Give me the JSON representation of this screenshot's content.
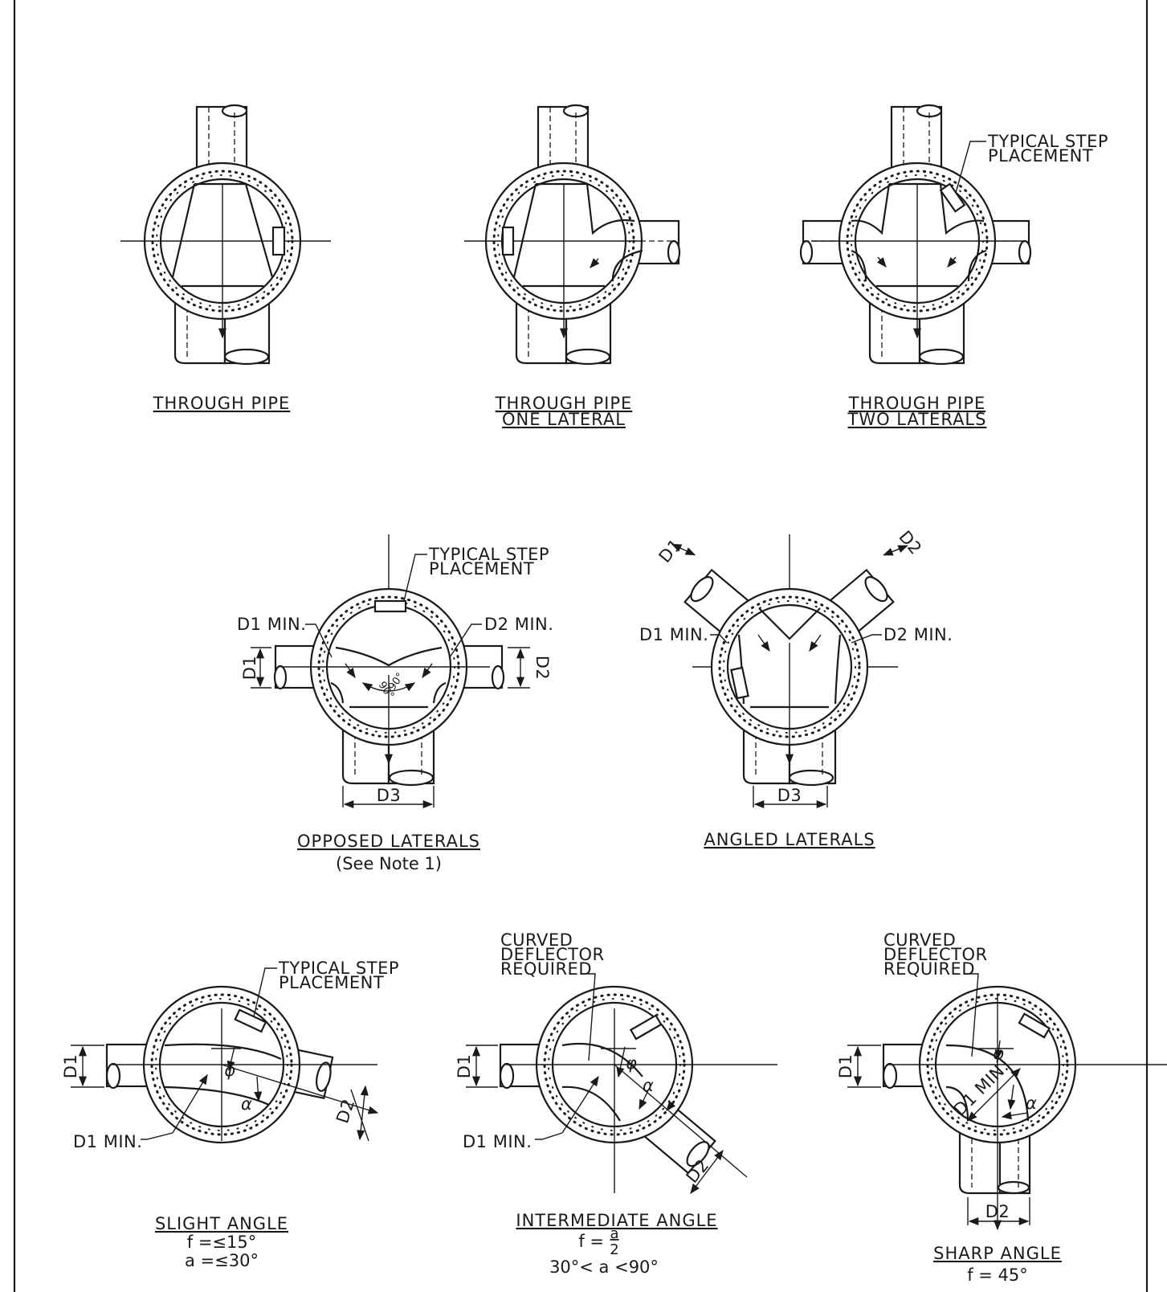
{
  "drawing": {
    "details": [
      {
        "id": "through-pipe",
        "caption": [
          "THROUGH  PIPE"
        ],
        "notes": []
      },
      {
        "id": "through-pipe-one-lateral",
        "caption": [
          "THROUGH  PIPE",
          "ONE  LATERAL"
        ],
        "notes": []
      },
      {
        "id": "through-pipe-two-laterals",
        "caption": [
          "THROUGH  PIPE",
          "TWO  LATERALS"
        ],
        "notes": [],
        "callout": [
          "TYPICAL  STEP",
          "PLACEMENT"
        ]
      },
      {
        "id": "opposed-laterals",
        "caption": [
          "OPPOSED  LATERALS"
        ],
        "notes": [
          "(See  Note  1)"
        ],
        "callout": [
          "TYPICAL  STEP",
          "PLACEMENT"
        ],
        "labels": {
          "d1_min": "D1  MIN.",
          "d2_min": "D2  MIN.",
          "d1": "D1",
          "d2": "D2",
          "d3": "D3",
          "angle_left": "90°",
          "angle_right": "90°"
        }
      },
      {
        "id": "angled-laterals",
        "caption": [
          "ANGLED  LATERALS"
        ],
        "notes": [],
        "labels": {
          "d1_min": "D1  MIN.",
          "d2_min": "D2  MIN.",
          "d1": "D1",
          "d2": "D2",
          "d3": "D3"
        }
      },
      {
        "id": "slight-angle",
        "caption": [
          "SLIGHT  ANGLE"
        ],
        "notes": [
          "f =≤15°",
          "a =≤30°"
        ],
        "callout": [
          "TYPICAL  STEP",
          "PLACEMENT"
        ],
        "labels": {
          "d1_min": "D1  MIN.",
          "d1": "D1",
          "d2": "D2",
          "phi": "φ",
          "alpha": "α"
        }
      },
      {
        "id": "intermediate-angle",
        "caption": [
          "INTERMEDIATE  ANGLE"
        ],
        "notes": [
          "f =",
          "30°< a <90°"
        ],
        "fraction": {
          "num": "a",
          "den": "2"
        },
        "callout": [
          "CURVED",
          "DEFLECTOR",
          "REQUIRED"
        ],
        "labels": {
          "d1_min": "D1  MIN.",
          "d1": "D1",
          "d2": "D2",
          "phi": "φ",
          "alpha": "α"
        }
      },
      {
        "id": "sharp-angle",
        "caption": [
          "SHARP  ANGLE"
        ],
        "notes": [
          "f =  45°"
        ],
        "callout": [
          "CURVED",
          "DEFLECTOR",
          "REQUIRED"
        ],
        "labels": {
          "d1_min": "D1 MIN.",
          "d1": "D1",
          "d2": "D2",
          "phi": "φ",
          "alpha": "α"
        }
      }
    ]
  }
}
